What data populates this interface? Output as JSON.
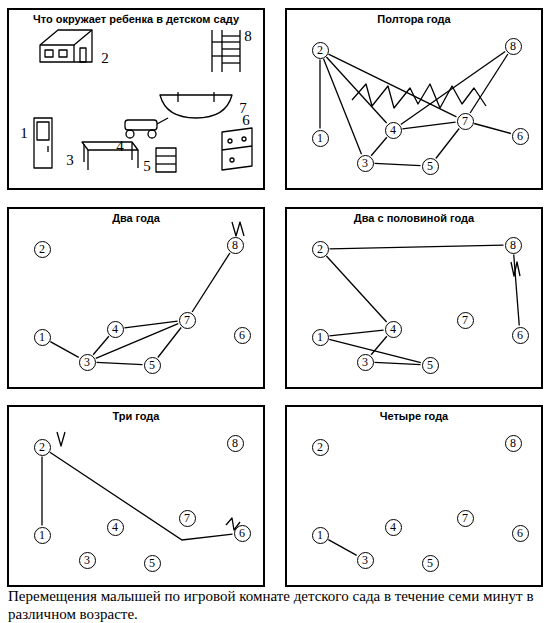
{
  "diagram": {
    "caption": "Перемещения малышей по игровой комнате детского сада в течение семи минут в различном возрасте.",
    "nodes": [
      {
        "text": [
          "Что окружает ребенка в детском саду"
        ]
      },
      {
        "text": [
          "Полтора года"
        ]
      },
      {
        "text": [
          "1"
        ],
        "in": 1
      },
      {
        "text": [
          "2"
        ],
        "in": 1
      },
      {
        "text": [
          "3"
        ],
        "in": 1
      },
      {
        "text": [
          "4"
        ],
        "in": 1
      },
      {
        "text": [
          "5"
        ],
        "in": 1
      },
      {
        "text": [
          "6"
        ],
        "in": 1
      },
      {
        "text": [
          "7"
        ],
        "in": 1
      },
      {
        "text": [
          "8"
        ],
        "in": 1
      },
      {
        "text": [
          "Два года"
        ]
      },
      {
        "text": [
          "1"
        ],
        "in": 10
      },
      {
        "text": [
          "2"
        ],
        "in": 10
      },
      {
        "text": [
          "3"
        ],
        "in": 10
      },
      {
        "text": [
          "4"
        ],
        "in": 10
      },
      {
        "text": [
          "5"
        ],
        "in": 10
      },
      {
        "text": [
          "6"
        ],
        "in": 10
      },
      {
        "text": [
          "7"
        ],
        "in": 10
      },
      {
        "text": [
          "8"
        ],
        "in": 10
      },
      {
        "text": [
          "Два с половиной года"
        ]
      },
      {
        "text": [
          "1"
        ],
        "in": 19
      },
      {
        "text": [
          "2"
        ],
        "in": 19
      },
      {
        "text": [
          "3"
        ],
        "in": 19
      },
      {
        "text": [
          "4"
        ],
        "in": 19
      },
      {
        "text": [
          "5"
        ],
        "in": 19
      },
      {
        "text": [
          "6"
        ],
        "in": 19
      },
      {
        "text": [
          "7"
        ],
        "in": 19
      },
      {
        "text": [
          "8"
        ],
        "in": 19
      },
      {
        "text": [
          "Три года"
        ]
      },
      {
        "text": [
          "1"
        ],
        "in": 28
      },
      {
        "text": [
          "2"
        ],
        "in": 28
      },
      {
        "text": [
          "3"
        ],
        "in": 28
      },
      {
        "text": [
          "4"
        ],
        "in": 28
      },
      {
        "text": [
          "5"
        ],
        "in": 28
      },
      {
        "text": [
          "6"
        ],
        "in": 28
      },
      {
        "text": [
          "7"
        ],
        "in": 28
      },
      {
        "text": [
          "8"
        ],
        "in": 28
      },
      {
        "text": [
          "Четыре года"
        ]
      },
      {
        "text": [
          "1"
        ],
        "in": 37
      },
      {
        "text": [
          "2"
        ],
        "in": 37
      },
      {
        "text": [
          "3"
        ],
        "in": 37
      },
      {
        "text": [
          "4"
        ],
        "in": 37
      },
      {
        "text": [
          "5"
        ],
        "in": 37
      },
      {
        "text": [
          "6"
        ],
        "in": 37
      },
      {
        "text": [
          "7"
        ],
        "in": 37
      },
      {
        "text": [
          "8"
        ],
        "in": 37
      }
    ],
    "edges": [
      {
        "from": 2,
        "to": 3,
        "arrow": "none"
      },
      {
        "from": 3,
        "to": 5,
        "arrow": "none"
      },
      {
        "from": 3,
        "to": 4,
        "arrow": "none"
      },
      {
        "from": 3,
        "to": 8,
        "arrow": "none"
      },
      {
        "from": 4,
        "to": 5,
        "arrow": "none"
      },
      {
        "from": 5,
        "to": 8,
        "arrow": "none"
      },
      {
        "from": 8,
        "to": 9,
        "arrow": "none"
      },
      {
        "from": 9,
        "to": 5,
        "arrow": "none"
      },
      {
        "from": 8,
        "to": 7,
        "arrow": "none"
      },
      {
        "from": 4,
        "to": 6,
        "arrow": "none"
      },
      {
        "from": 6,
        "to": 8,
        "arrow": "none"
      },
      {
        "from": 11,
        "to": 13,
        "arrow": "none"
      },
      {
        "from": 13,
        "to": 14,
        "arrow": "none"
      },
      {
        "from": 14,
        "to": 17,
        "arrow": "none"
      },
      {
        "from": 13,
        "to": 17,
        "arrow": "none"
      },
      {
        "from": 13,
        "to": 15,
        "arrow": "none"
      },
      {
        "from": 15,
        "to": 17,
        "arrow": "none"
      },
      {
        "from": 17,
        "to": 18,
        "arrow": "none"
      },
      {
        "from": 21,
        "to": 27,
        "arrow": "none"
      },
      {
        "from": 27,
        "to": 25,
        "arrow": "none"
      },
      {
        "from": 21,
        "to": 23,
        "arrow": "none"
      },
      {
        "from": 20,
        "to": 23,
        "arrow": "none"
      },
      {
        "from": 23,
        "to": 22,
        "arrow": "none"
      },
      {
        "from": 22,
        "to": 24,
        "arrow": "none"
      },
      {
        "from": 20,
        "to": 24,
        "arrow": "none"
      },
      {
        "from": 30,
        "to": 29,
        "arrow": "none"
      },
      {
        "from": 30,
        "to": 34,
        "arrow": "none"
      },
      {
        "from": 38,
        "to": 40,
        "arrow": "none"
      }
    ],
    "labels": [
      "8",
      "2",
      "7",
      "6",
      "1",
      "4",
      "3",
      "5"
    ]
  }
}
